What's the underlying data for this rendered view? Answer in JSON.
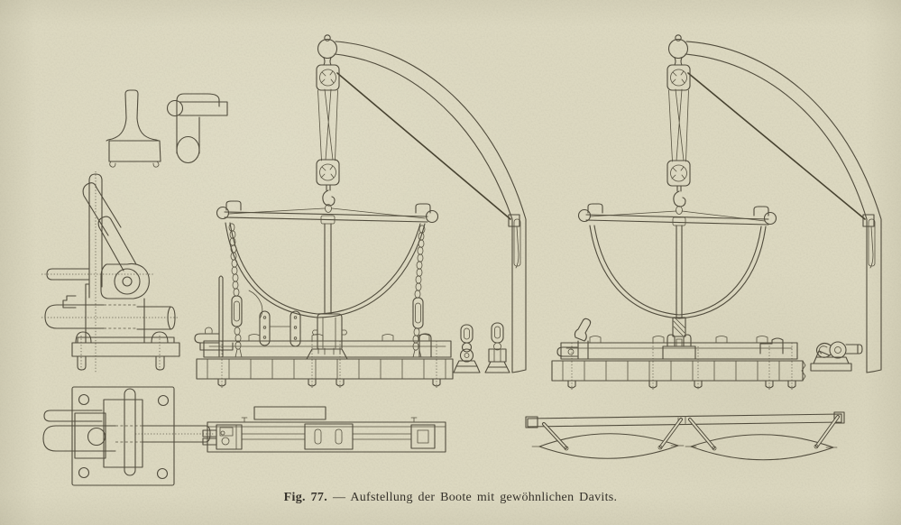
{
  "page": {
    "paper_color": "#dcd8c0",
    "ink_color": "#4f4a3b"
  },
  "figure": {
    "label": "Fig. 77.",
    "caption": "— Aufstellung der Boote mit gewöhnlichen Davits."
  },
  "drawings": {
    "left_column": [
      "cleat-profile",
      "pivot-tube-fitting",
      "chock-bracket-side-view",
      "chock-bracket-plan-view"
    ],
    "center_view": "davit-with-boat-in-chains",
    "right_view": "davit-with-boat-hoisted",
    "bottom_center_view": "chock-beam-plan-view",
    "bottom_right_view": "boats-stowed-plan-view"
  }
}
